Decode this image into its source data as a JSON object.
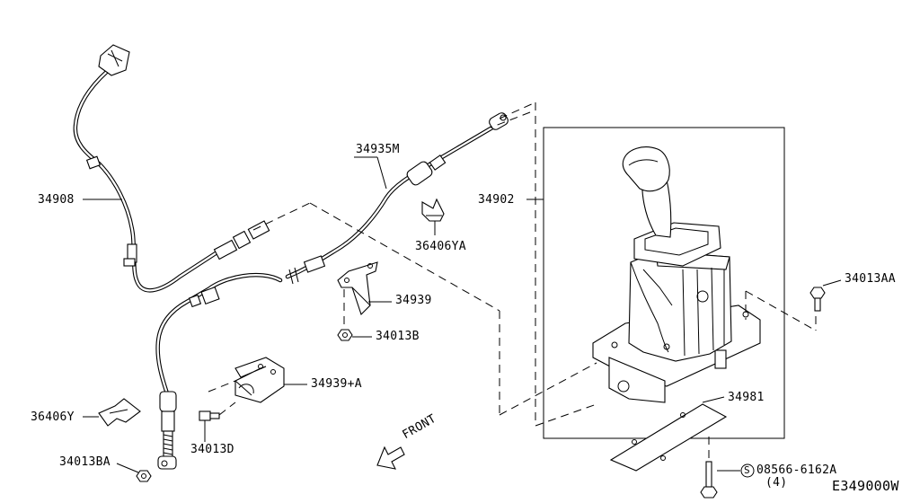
{
  "labels": {
    "p34908": "34908",
    "p34935m": "34935M",
    "p36406ya": "36406YA",
    "p34902": "34902",
    "p34013aa": "34013AA",
    "p34939": "34939",
    "p34013b": "34013B",
    "p34939a": "34939+A",
    "p36406y": "36406Y",
    "p34013d": "34013D",
    "p34013ba": "34013BA",
    "p34981": "34981",
    "bolt_code": "08566-6162A",
    "bolt_qty": "(4)",
    "bolt_symbol": "S",
    "front": "FRONT",
    "diagram_id": "E349000W"
  }
}
